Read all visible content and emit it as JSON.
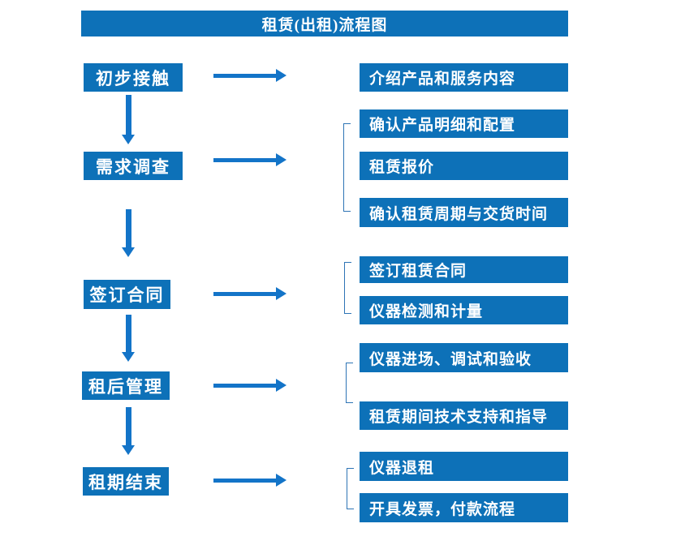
{
  "title": "租赁(出租)流程图",
  "colors": {
    "box_blue": "#0d71b8",
    "arrow_blue": "#1374c8",
    "bracket_blue": "#2e74b5",
    "text_white": "#ffffff"
  },
  "flow": {
    "stages": [
      {
        "label": "初步接触"
      },
      {
        "label": "需求调查"
      },
      {
        "label": "签订合同"
      },
      {
        "label": "租后管理"
      },
      {
        "label": "租期结束"
      }
    ],
    "details": [
      {
        "label": "介绍产品和服务内容"
      },
      {
        "label": "确认产品明细和配置"
      },
      {
        "label": "租赁报价"
      },
      {
        "label": "确认租赁周期与交货时间"
      },
      {
        "label": "签订租赁合同"
      },
      {
        "label": "仪器检测和计量"
      },
      {
        "label": "仪器进场、调试和验收"
      },
      {
        "label": "租赁期间技术支持和指导"
      },
      {
        "label": "仪器退租"
      },
      {
        "label": "开具发票，付款流程"
      }
    ]
  }
}
